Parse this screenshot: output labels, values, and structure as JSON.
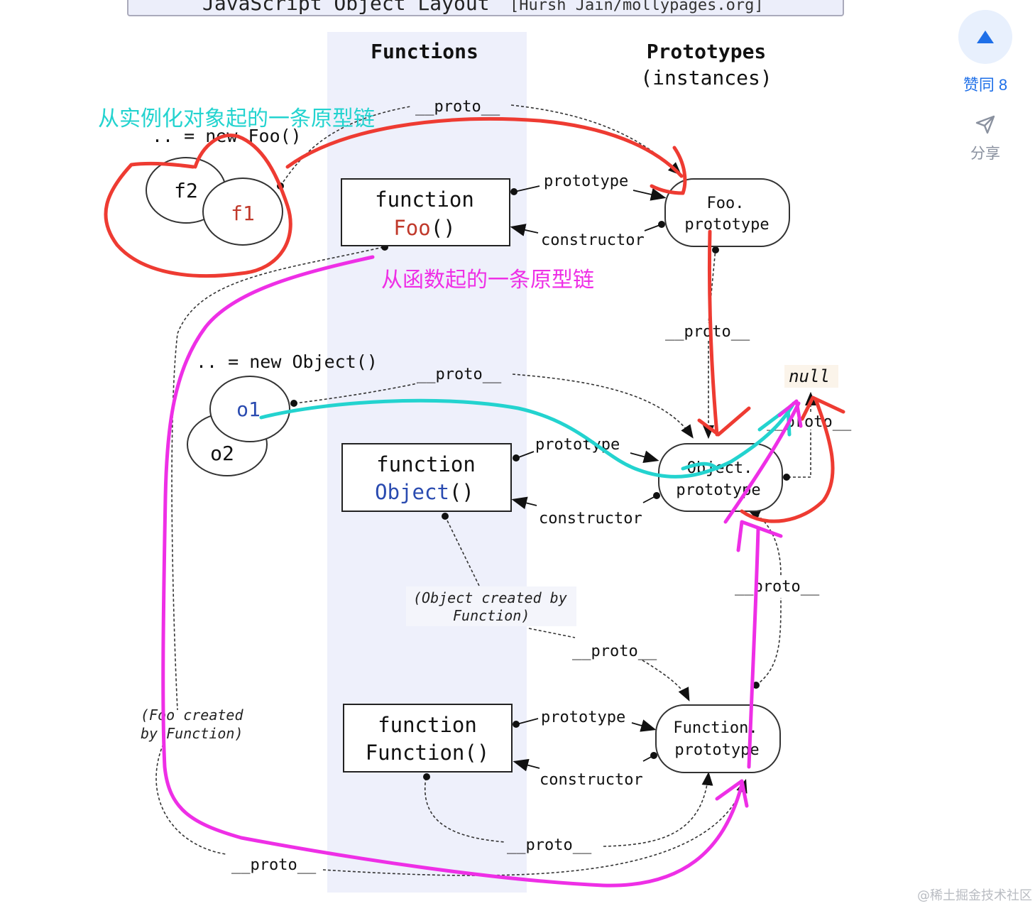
{
  "diagram": {
    "title": "JavaScript Object Layout",
    "credit": "[Hursh Jain/mollypages.org]",
    "col_functions": "Functions",
    "col_prototypes_1": "Prototypes",
    "col_prototypes_2": "(instances)",
    "new_foo": ".. = new Foo()",
    "f1": "f1",
    "f2": "f2",
    "new_object": ".. = new Object()",
    "o1": "o1",
    "o2": "o2",
    "fn_foo_line1": "function",
    "fn_foo_line2": "Foo",
    "fn_foo_parens": "()",
    "fn_object_line1": "function",
    "fn_object_line2": "Object",
    "fn_object_parens": "()",
    "fn_function_line1": "function",
    "fn_function_line2": "Function()",
    "foo_proto_1": "Foo.",
    "foo_proto_2": "prototype",
    "obj_proto_1": "Object.",
    "obj_proto_2": "prototype",
    "func_proto_1": "Function.",
    "func_proto_2": "prototype",
    "null": "null",
    "lbl_prototype": "prototype",
    "lbl_constructor": "constructor",
    "lbl_proto": "__proto__",
    "obj_created_1": "(Object created by",
    "obj_created_2": "Function)",
    "foo_created_1": "(Foo created",
    "foo_created_2": "by Function)"
  },
  "annotations": {
    "instance_chain": "从实例化对象起的一条原型链",
    "function_chain": "从函数起的一条原型链",
    "colors": {
      "red": "#ee3b32",
      "cyan": "#23d3cf",
      "magenta": "#ee2fe6"
    }
  },
  "sidebar": {
    "upvote_label": "赞同 8",
    "share_label": "分享",
    "upvote_icon": "triangle-up-icon",
    "share_icon": "paper-plane-icon"
  },
  "watermark": "@稀土掘金技术社区"
}
